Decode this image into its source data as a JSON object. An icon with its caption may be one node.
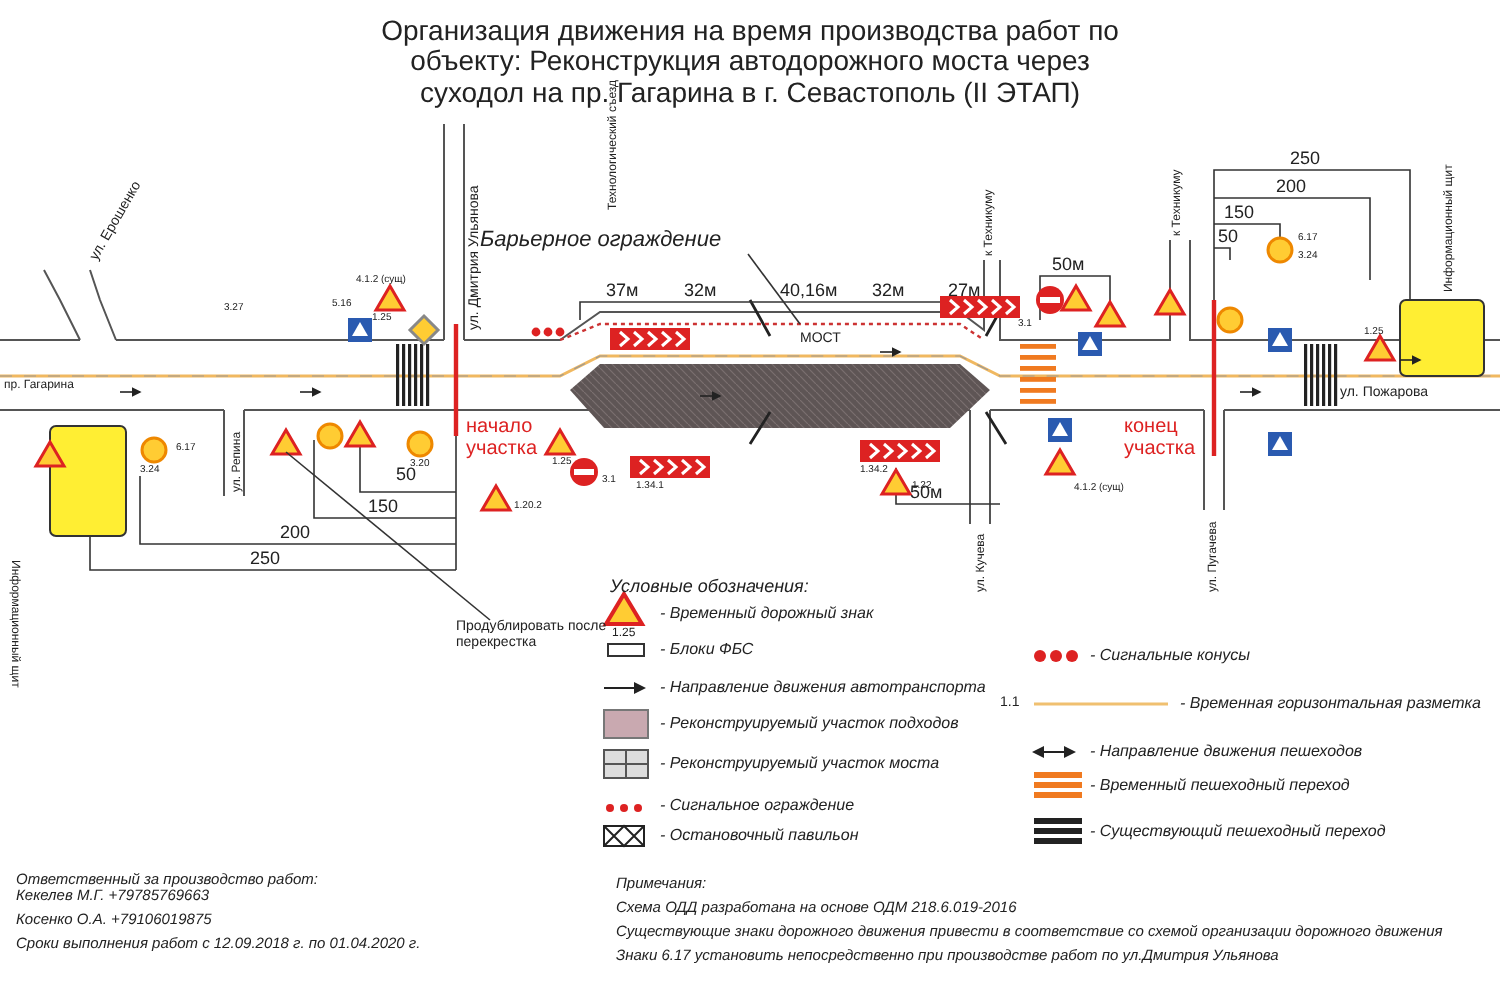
{
  "diagram": {
    "title": "Организация движения на время производства работ по объекту: Реконструкция автодорожного моста через суходол на пр. Гагарина в г. Севастополь (II ЭТАП)",
    "nodes": [
      {
        "text": [
          "Барьерное ограждение"
        ]
      },
      {
        "text": [
          "Продублировать после перекрестка"
        ]
      },
      {
        "text": [],
        "shape": "triangle"
      },
      {
        "text": [],
        "shape": "bar"
      }
    ],
    "edges": [
      {
        "from": 0,
        "to": 3,
        "arrow": "none"
      },
      {
        "from": 1,
        "to": 2,
        "arrow": "none"
      }
    ],
    "labels": [
      "Условные обозначения:",
      "1.25",
      "1.1",
      "Ответственный за производство работ:",
      "Кекелев М.Г. +79785769663",
      "Косенко О.А. +79106019875",
      "Сроки выполнения работ с 12.09.2018 г. по 01.04.2020 г.",
      "Примечания:",
      "Схема ОДД разработана на основе ОДМ 218.6.019-2016",
      "Существующие знаки дорожного движения привести в соответствие со схемой организации дорожного движения",
      "Знаки 6.17 установить  непосредственно при производстве работ по ул.Дмитрия Ульянова",
      "ул. Ерошенко",
      "ул. Дмитрия Ульянова",
      "пр. Гагарина",
      "ул. Репина",
      "Информационный щит",
      "Технологический съезд",
      "МОСТ",
      "к Техникуму",
      "ул. Кучева",
      "к Техникуму",
      "ул. Пугачева",
      "ул. Пожарова",
      "Информационный щит",
      "начало участка",
      "конец участка",
      "50",
      "150",
      "200",
      "250",
      "37м",
      "32м",
      "40,16м",
      "32м",
      "27м",
      "50м",
      "50м",
      "250",
      "200",
      "150",
      "50",
      "4.1.2 (сущ)",
      "1.25",
      "3.27",
      "5.16",
      "6.17",
      "3.24",
      "3.20",
      "1.20.2",
      "1.25",
      "3.1",
      "1.34.1",
      "1.34.2",
      "1.22",
      "4.1.2 (сущ)",
      "3.1",
      "6.17",
      "3.24",
      "1.25"
    ],
    "legend": [
      {
        "text": "- Временный дорожный знак"
      },
      {
        "text": "- Блоки ФБС"
      },
      {
        "text": "- Направление движения автотранспорта"
      },
      {
        "text": "- Реконструируемый участок подходов"
      },
      {
        "text": "- Реконструируемый участок моста"
      },
      {
        "text": "- Сигнальное ограждение"
      },
      {
        "text": "- Остановочный павильон"
      },
      {
        "text": "- Сигнальные конусы"
      },
      {
        "text": "- Временная горизонтальная разметка"
      },
      {
        "text": "- Направление движения пешеходов"
      },
      {
        "text": "- Временный пешеходный переход"
      },
      {
        "text": "- Существующий пешеходный переход"
      }
    ]
  }
}
